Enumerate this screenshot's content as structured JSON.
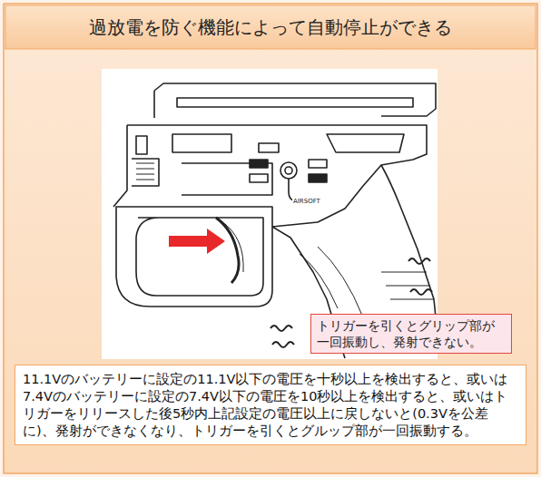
{
  "diagram": {
    "title": "過放電を防ぐ機能によって自動停止ができる",
    "nodes": [
      {
        "text": [
          "トリガーを引くとグリップ部が一回振動し、発射できない。"
        ]
      },
      {
        "text": [
          "11.1Vのバッテリーに設定の11.1V以下の電圧を十秒以上を検出すると、或いは7.4Vのバッテリーに設定の7.4V以下の電圧を10秒以上を検出すると、或いはトリガーをリリースした後5秒内上記設定の電圧以上に戻しないと(0.3Vを公差に)、発射ができなくなり、トリガーを引くとグルップ部が一回振動する。"
        ]
      }
    ],
    "labels": [
      "AIRSOFT"
    ]
  }
}
